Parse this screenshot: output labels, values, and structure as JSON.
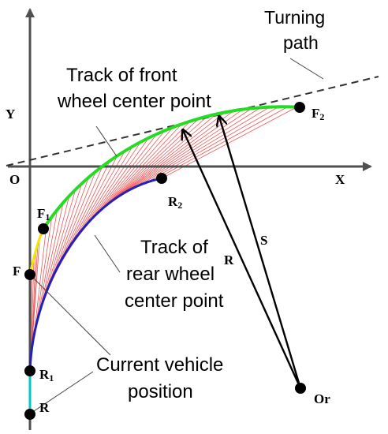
{
  "labels": {
    "turning_path_line1": "Turning",
    "turning_path_line2": "path",
    "front_track_line1": "Track of front",
    "front_track_line2": "wheel center point",
    "rear_track_line1": "Track of",
    "rear_track_line2": "rear wheel",
    "rear_track_line3": "center point",
    "current_pos_line1": "Current vehicle",
    "current_pos_line2": "position",
    "axis_y": "Y",
    "axis_x": "X",
    "origin": "O",
    "point_F2": "F",
    "point_F2_sub": "2",
    "point_R2": "R",
    "point_R2_sub": "2",
    "point_F1": "F",
    "point_F1_sub": "1",
    "point_F": "F",
    "point_R1": "R",
    "point_R1_sub": "1",
    "point_R": "R",
    "point_Or": "Or",
    "vector_S": "S",
    "vector_R": "R"
  },
  "colors": {
    "front_track": "#22dd22",
    "front_track_start": "#f5e600",
    "rear_track": "#2222bb",
    "rear_track_start": "#00c8c8",
    "connector_lines": "#ee5555",
    "axes": "#505050",
    "text": "#000000"
  }
}
